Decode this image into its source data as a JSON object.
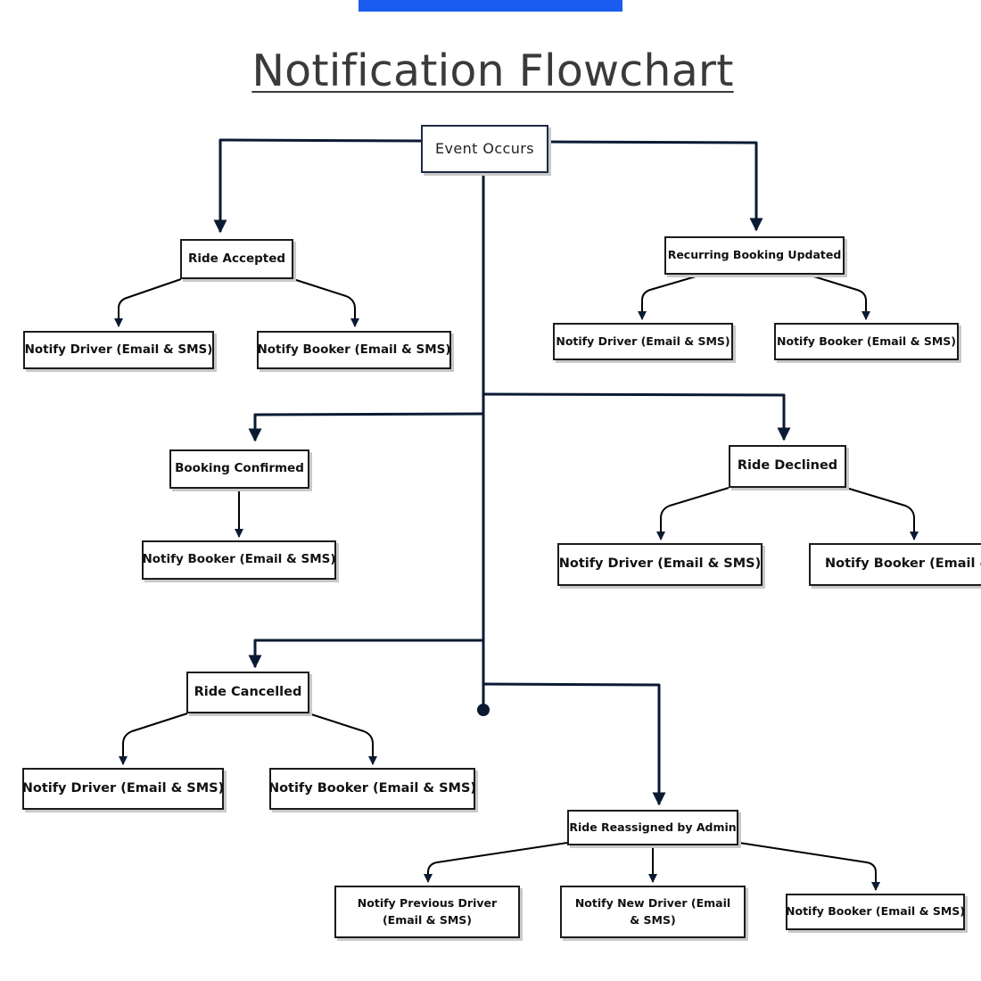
{
  "title": "Notification Flowchart",
  "colors": {
    "accent_bar": "#1a5cf0",
    "edge": "#0a1a33",
    "node_border": "#1b1b1b"
  },
  "nodes": {
    "root": "Event Occurs",
    "ride_accepted": {
      "label": "Ride Accepted",
      "notify_driver": "Notify Driver (Email & SMS)",
      "notify_booker": "Notify Booker (Email & SMS)"
    },
    "recurring_booking_updated": {
      "label": "Recurring Booking Updated",
      "notify_driver": "Notify Driver (Email & SMS)",
      "notify_booker": "Notify Booker (Email & SMS)"
    },
    "booking_confirmed": {
      "label": "Booking Confirmed",
      "notify_booker": "Notify Booker (Email & SMS)"
    },
    "ride_declined": {
      "label": "Ride Declined",
      "notify_driver": "Notify Driver (Email & SMS)",
      "notify_booker": "Notify Booker (Email & SMS)"
    },
    "ride_cancelled": {
      "label": "Ride Cancelled",
      "notify_driver": "Notify Driver (Email & SMS)",
      "notify_booker": "Notify Booker (Email & SMS)"
    },
    "ride_reassigned": {
      "label": "Ride Reassigned by Admin",
      "notify_previous_driver": "Notify Previous Driver (Email & SMS)",
      "notify_new_driver": "Notify New Driver (Email & SMS)",
      "notify_booker": "Notify Booker (Email & SMS)"
    }
  }
}
